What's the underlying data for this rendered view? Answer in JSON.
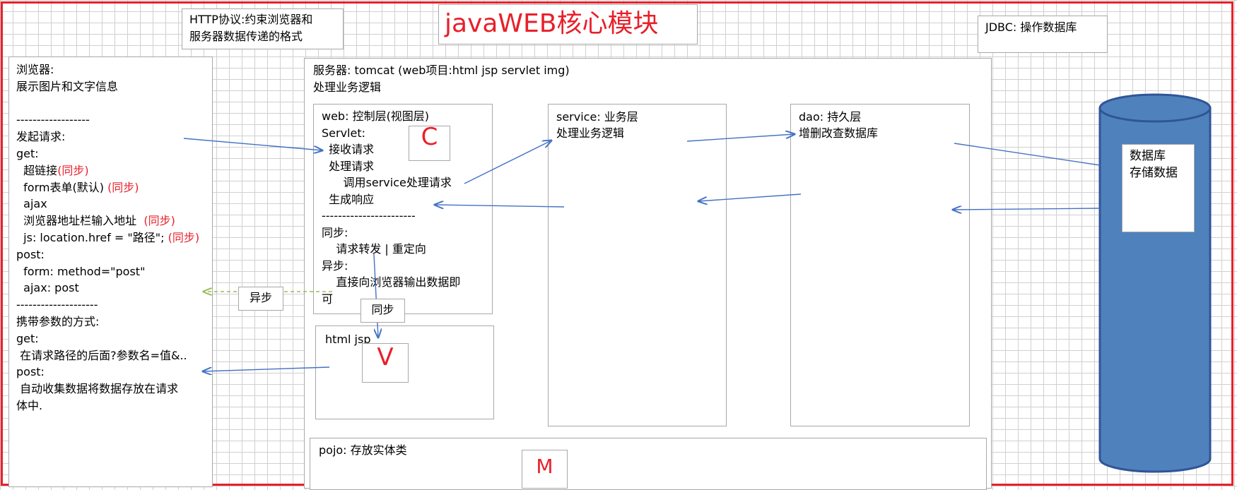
{
  "title": "javaWEB核心模块",
  "http_note": [
    "HTTP协议:约束浏览器和",
    "服务器数据传递的格式"
  ],
  "jdbc_note": "JDBC: 操作数据库",
  "browser": {
    "lines": [
      {
        "t": "浏览器:"
      },
      {
        "t": "展示图片和文字信息"
      },
      {
        "t": ""
      },
      {
        "t": "------------------"
      },
      {
        "t": "发起请求:"
      },
      {
        "t": "get:"
      },
      {
        "t": "  超链接",
        "r": "(同步)"
      },
      {
        "t": "  form表单(默认) ",
        "r": "(同步)"
      },
      {
        "t": "  ajax"
      },
      {
        "t": "  浏览器地址栏输入地址  ",
        "r": "(同步)"
      },
      {
        "t": "  js: location.href = \"路径\"; ",
        "r": "(同步)"
      },
      {
        "t": "post:"
      },
      {
        "t": "  form: method=\"post\""
      },
      {
        "t": "  ajax: post"
      },
      {
        "t": "--------------------"
      },
      {
        "t": "携带参数的方式:"
      },
      {
        "t": "get:"
      },
      {
        "t": " 在请求路径的后面?参数名=值&.."
      },
      {
        "t": "post:"
      },
      {
        "t": " 自动收集数据将数据存放在请求"
      },
      {
        "t": "体中."
      }
    ]
  },
  "server": {
    "title": "服务器: tomcat (web项目:html jsp servlet img)",
    "subtitle": "处理业务逻辑"
  },
  "web": {
    "lines": [
      "web: 控制层(视图层)",
      "Servlet:",
      "  接收请求",
      "  处理请求",
      "      调用service处理请求",
      "  生成响应",
      "-----------------------",
      "同步:",
      "    请求转发 | 重定向",
      "异步:",
      "    直接向浏览器输出数据即",
      "可"
    ],
    "letter": "C"
  },
  "service": {
    "lines": [
      "service: 业务层",
      "处理业务逻辑"
    ]
  },
  "dao": {
    "lines": [
      "dao: 持久层",
      "增删改查数据库"
    ]
  },
  "view": {
    "label": "html jsp",
    "letter": "V"
  },
  "pojo": {
    "label": "pojo: 存放实体类",
    "letter": "M"
  },
  "database": {
    "lines": [
      "数据库",
      "存储数据"
    ],
    "fill": "#4f81bd",
    "stroke": "#2f5597"
  },
  "async_tag": "异步",
  "sync_tag": "同步",
  "colors": {
    "frame": "#e8202a",
    "arrow": "#4472c4",
    "async_arrow": "#9bbb59"
  }
}
